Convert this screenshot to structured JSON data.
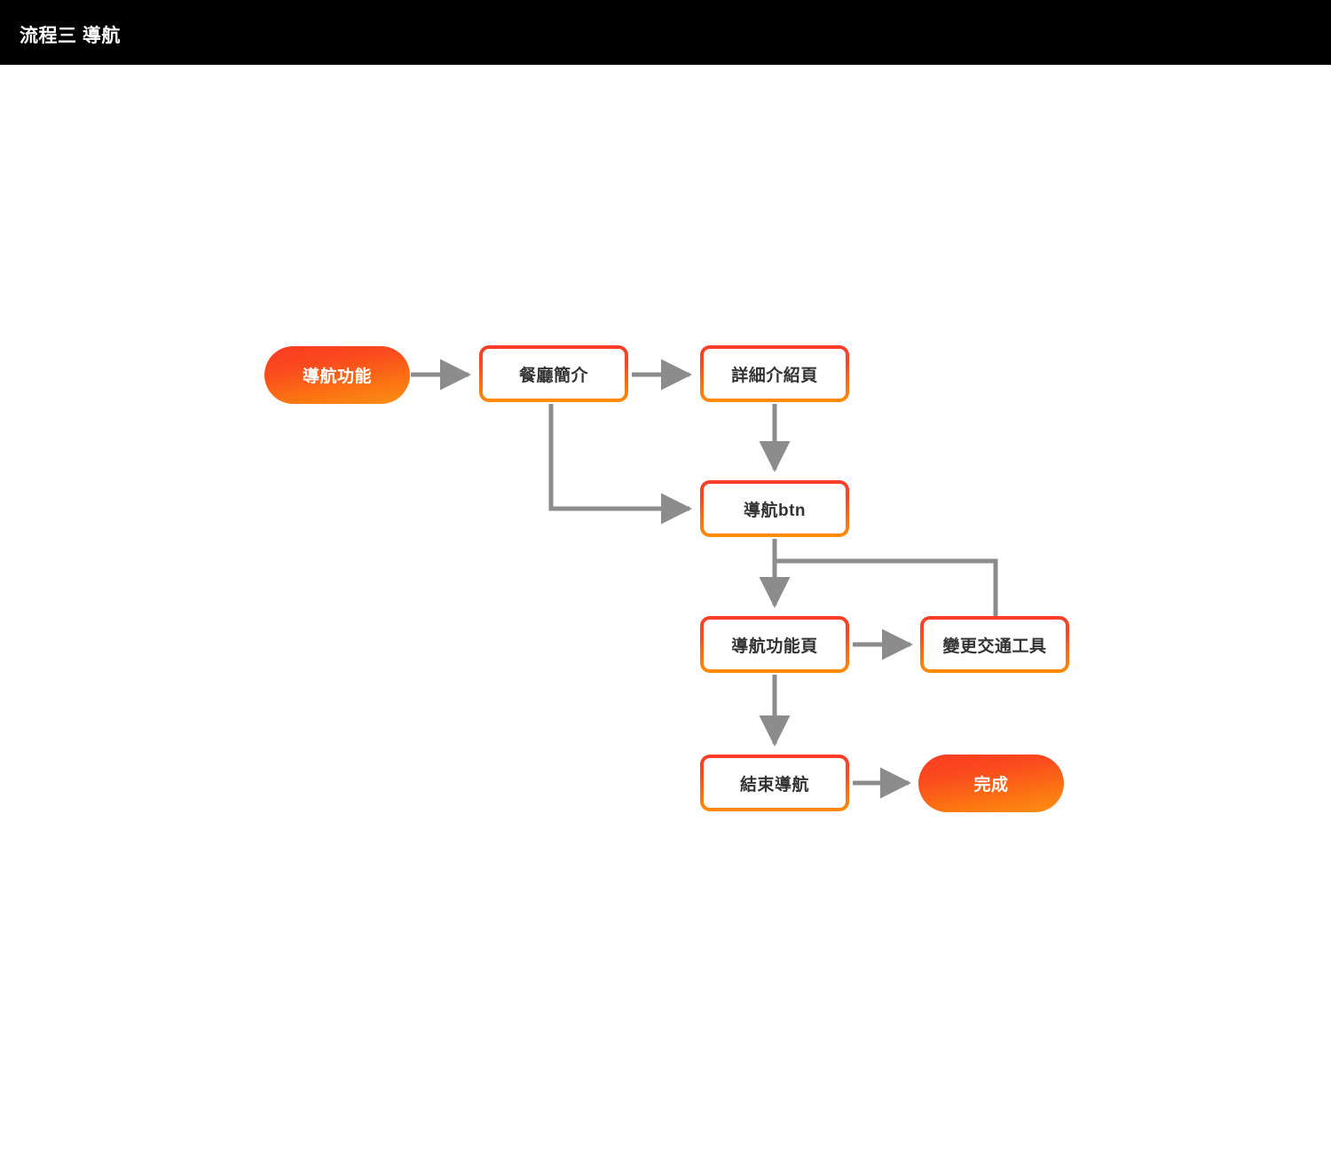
{
  "header": {
    "title": "流程三 導航",
    "background": "#000000",
    "text_color": "#ffffff"
  },
  "theme": {
    "accent_start": "#F93822",
    "accent_end": "#FF8C1A",
    "border_top": "#FA3C28",
    "border_bottom": "#FD8C06",
    "edge_color": "#8C8C8C",
    "node_text_color": "#333333",
    "canvas_background": "#ffffff"
  },
  "diagram": {
    "type": "flowchart",
    "nodes": [
      {
        "id": "nav-func",
        "label": "導航功能",
        "shape": "pill"
      },
      {
        "id": "restaurant",
        "label": "餐廳簡介",
        "shape": "box"
      },
      {
        "id": "detail",
        "label": "詳細介紹頁",
        "shape": "box"
      },
      {
        "id": "nav-btn",
        "label": "導航btn",
        "shape": "box"
      },
      {
        "id": "nav-page",
        "label": "導航功能頁",
        "shape": "box"
      },
      {
        "id": "change-trans",
        "label": "變更交通工具",
        "shape": "box"
      },
      {
        "id": "end-nav",
        "label": "結束導航",
        "shape": "box"
      },
      {
        "id": "done",
        "label": "完成",
        "shape": "pill"
      }
    ],
    "edges": [
      {
        "from": "nav-func",
        "to": "restaurant",
        "style": "straight-right"
      },
      {
        "from": "restaurant",
        "to": "detail",
        "style": "straight-right"
      },
      {
        "from": "restaurant",
        "to": "nav-btn",
        "style": "elbow-down-right"
      },
      {
        "from": "detail",
        "to": "nav-btn",
        "style": "straight-down"
      },
      {
        "from": "nav-btn",
        "to": "nav-page",
        "style": "straight-down"
      },
      {
        "from": "nav-page",
        "to": "change-trans",
        "style": "straight-right"
      },
      {
        "from": "change-trans",
        "to": "nav-page",
        "style": "elbow-up-left-loop"
      },
      {
        "from": "nav-page",
        "to": "end-nav",
        "style": "straight-down"
      },
      {
        "from": "end-nav",
        "to": "done",
        "style": "straight-right"
      }
    ]
  }
}
